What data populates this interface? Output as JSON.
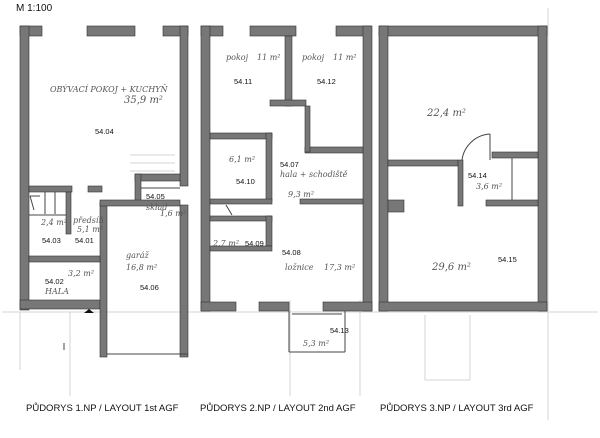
{
  "scale": "M 1:100",
  "captions": [
    "PŮDORYS 1.NP / LAYOUT 1st AGF",
    "PŮDORYS 2.NP / LAYOUT 2nd AGF",
    "PŮDORYS 3.NP / LAYOUT 3rd AGF"
  ],
  "rooms": {
    "r5404": {
      "id": "54.04",
      "note": "OBÝVACÍ POKOJ + KUCHYŇ",
      "area": "35,9 m²"
    },
    "r5405": {
      "id": "54.05",
      "note": "sklad",
      "area": "1,6 m²"
    },
    "r5403": {
      "id": "54.03",
      "area": "2,4 m²"
    },
    "r5401": {
      "id": "54.01",
      "note": "předsíň",
      "area": "5,1 m²"
    },
    "r5402": {
      "id": "54.02",
      "note": "HALA",
      "area": "3,2 m²"
    },
    "r5406": {
      "id": "54.06",
      "note": "garáž",
      "area": "16,8 m²"
    },
    "r5411": {
      "id": "54.11",
      "note": "pokoj",
      "area": "11 m²"
    },
    "r5412": {
      "id": "54.12",
      "note": "pokoj",
      "area": "11 m²"
    },
    "r5410": {
      "id": "54.10",
      "area": "6,1 m²"
    },
    "r5407": {
      "id": "54.07",
      "note": "hala + schodiště",
      "area": "9,3 m²"
    },
    "r5409": {
      "id": "54.09",
      "area": "2,7 m²"
    },
    "r5408": {
      "id": "54.08",
      "note": "ložnice",
      "area": "17,3 m²"
    },
    "r5413": {
      "id": "54.13",
      "area": "5,3 m²"
    },
    "r5414": {
      "id": "54.14",
      "area": "3,6 m²"
    },
    "r5415": {
      "id": "54.15",
      "area": "29,6 m²"
    },
    "top3": {
      "area": "22,4 m²"
    }
  }
}
